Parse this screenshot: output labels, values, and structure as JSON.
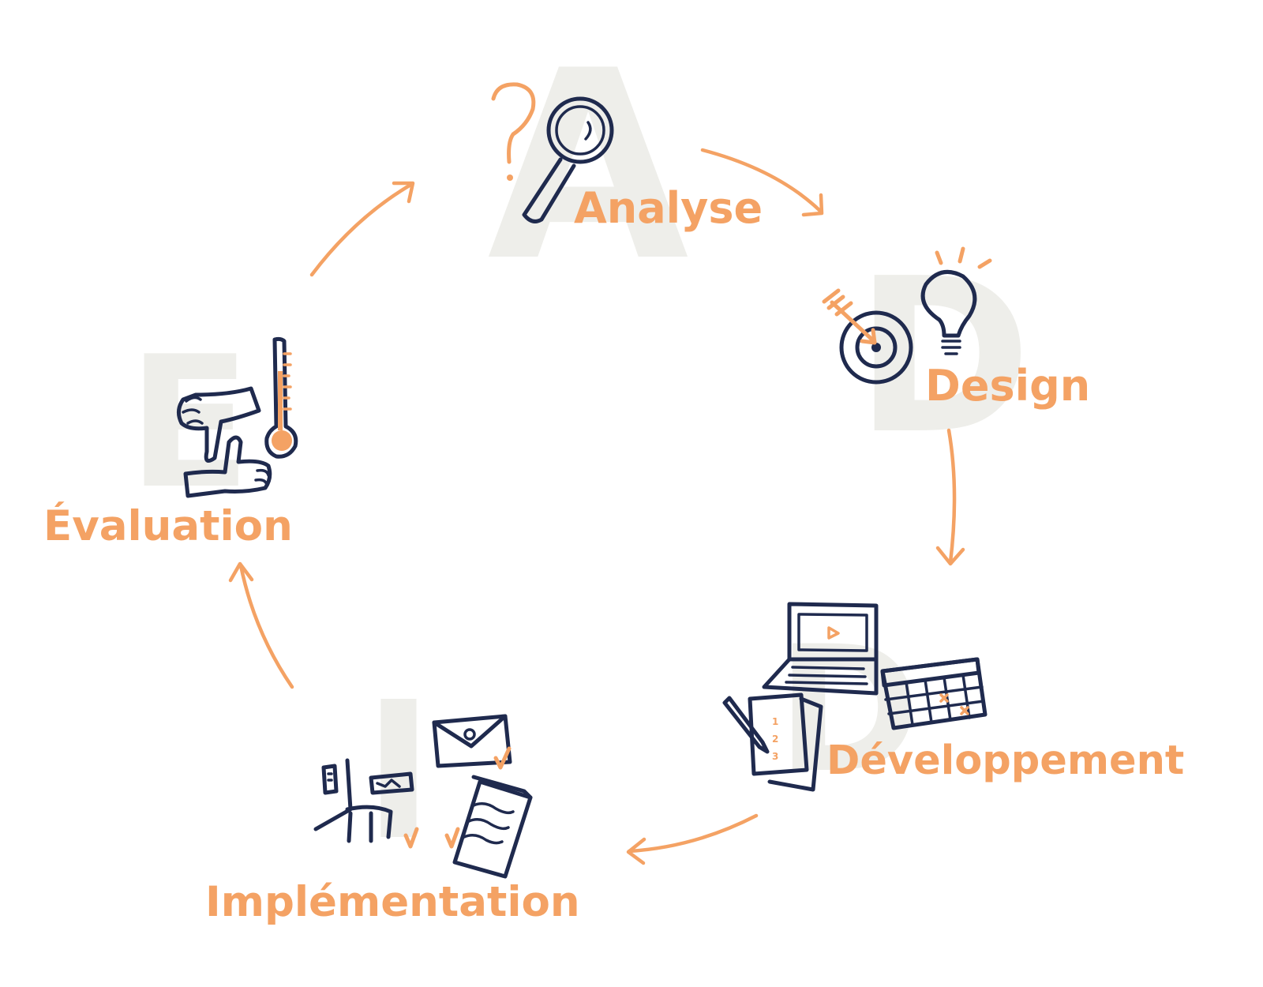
{
  "colors": {
    "accent": "#f4a264",
    "ink": "#1f2a4e",
    "background_letter": "#eeeeea"
  },
  "stages": [
    {
      "letter": "A",
      "label": "Analyse",
      "icon": "magnifier-question-icon"
    },
    {
      "letter": "D",
      "label": "Design",
      "icon": "target-lightbulb-icon"
    },
    {
      "letter": "D",
      "label": "Développement",
      "icon": "laptop-calendar-notes-icon"
    },
    {
      "letter": "I",
      "label": "Implémentation",
      "icon": "classroom-mail-documents-icon"
    },
    {
      "letter": "E",
      "label": "Évaluation",
      "icon": "thumbs-thermometer-icon"
    }
  ]
}
